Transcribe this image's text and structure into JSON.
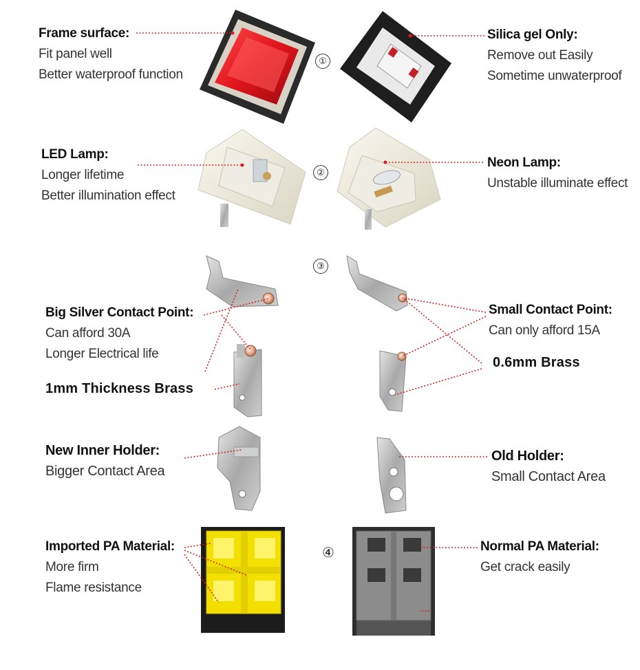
{
  "step_numbers": [
    "①",
    "②",
    "③",
    "④"
  ],
  "frame_surface": {
    "title": "Frame surface:",
    "lines": [
      "Fit panel well",
      "Better waterproof function"
    ]
  },
  "silica_gel": {
    "title": "Silica gel Only:",
    "lines": [
      "Remove out Easily",
      "Sometime unwaterproof"
    ]
  },
  "led_lamp": {
    "title": "LED Lamp:",
    "lines": [
      "Longer lifetime",
      "Better illumination effect"
    ]
  },
  "neon_lamp": {
    "title": "Neon Lamp:",
    "lines": [
      "Unstable illuminate effect"
    ]
  },
  "big_contact": {
    "title": "Big Silver Contact Point:",
    "lines": [
      "Can afford 30A",
      "Longer Electrical life"
    ]
  },
  "small_contact": {
    "title": "Small Contact Point:",
    "lines": [
      "Can only afford 15A"
    ]
  },
  "thick_brass": "1mm Thickness Brass",
  "thin_brass": "0.6mm Brass",
  "new_holder": {
    "title": "New Inner Holder:",
    "lines": [
      "Bigger Contact Area"
    ]
  },
  "old_holder": {
    "title": "Old Holder:",
    "lines": [
      "Small Contact Area"
    ]
  },
  "imported_pa": {
    "title": "Imported PA Material:",
    "lines": [
      "More firm",
      "Flame resistance"
    ]
  },
  "normal_pa": {
    "title": "Normal PA Material:",
    "lines": [
      "Get crack easily"
    ]
  },
  "colors": {
    "leader_line": "#d42020",
    "lamp_red": "#e0141c",
    "pa_yellow": "#f4e000",
    "housing_gray": "#8c8c8c"
  }
}
